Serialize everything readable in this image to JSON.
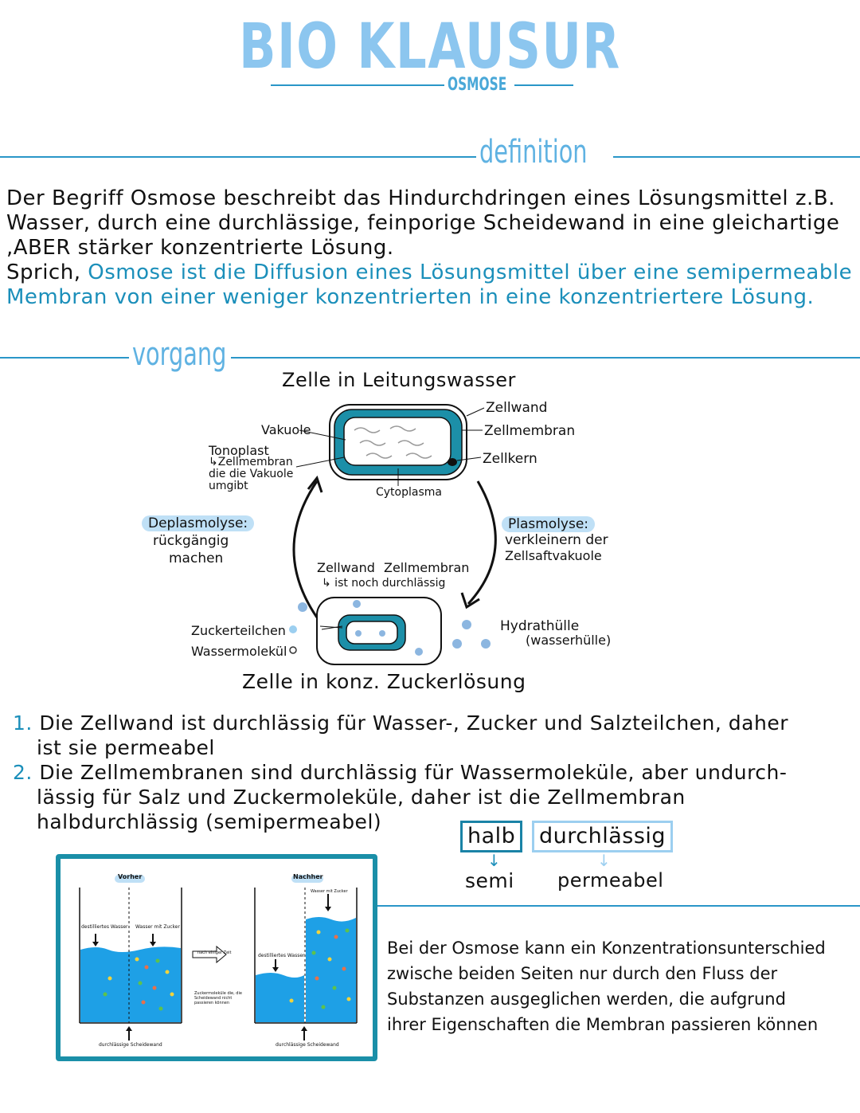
{
  "title": "BIO KLAUSUR",
  "subtitle": "OSMOSE",
  "sections": {
    "definition": "definition",
    "vorgang": "vorgang"
  },
  "definition": {
    "line1": "Der Begriff Osmose beschreibt das Hindurchdringen eines Lösungsmittel z.B.",
    "line2": "Wasser, durch eine durchlässige, feinporige Scheidewand in eine gleichartige",
    "line3": ",ABER stärker konzentrierte Lösung.",
    "line4_prefix": "Sprich, ",
    "line4_blue": "Osmose ist die Diffusion eines Lösungsmittel über eine semipermeable",
    "line5_blue": "Membran von einer weniger konzentrierten in eine konzentriertere Lösung."
  },
  "diagram": {
    "top_title": "Zelle in Leitungswasser",
    "bottom_title": "Zelle in konz. Zuckerlösung",
    "zellwand": "Zellwand",
    "zellmembran": "Zellmembran",
    "zellkern": "Zellkern",
    "vakuole": "Vakuole",
    "tonoplast_1": "Tonoplast",
    "tonoplast_2": "↳Zellmembran",
    "tonoplast_3": "die die Vakuole",
    "tonoplast_4": "umgibt",
    "cytoplasma": "Cytoplasma",
    "deplasmolyse": "Deplasmolyse:",
    "deplasmolyse_1": "rückgängig",
    "deplasmolyse_2": "machen",
    "plasmolyse": "Plasmolyse:",
    "plasmolyse_1": "verkleinern der",
    "plasmolyse_2": "Zellsaftvakuole",
    "bottom_zellwand": "Zellwand",
    "bottom_zellmembran": "Zellmembran",
    "bottom_note": "↳ ist noch durchlässig",
    "zuckerteilchen": "Zuckerteilchen",
    "wassermolekuel": "Wassermolekül",
    "hydrathuelle": "Hydrathülle",
    "wasserhuelle": "(wasserhülle)"
  },
  "points": [
    {
      "num": "1.",
      "line1": "Die Zellwand ist durchlässig für Wasser-, Zucker und Salzteilchen, daher",
      "line2": "ist sie permeabel"
    },
    {
      "num": "2.",
      "line1": "Die Zellmembranen sind durchlässig für Wassermoleküle, aber undurch-",
      "line2": "lässig für Salz und Zuckermoleküle, daher ist die Zellmembran",
      "line3": "halbdurchlässig (semipermeabel)"
    }
  ],
  "translation": {
    "halb": "halb",
    "durchlaessig": "durchlässig",
    "semi": "semi",
    "permeabel": "permeabel"
  },
  "figure": {
    "vorher": "Vorher",
    "nachher": "Nachher",
    "destilliertes_left": "destilliertes Wasser",
    "wasser_zucker_left": "Wasser mit Zucker",
    "nach_zeit": "nach einiger Zeit",
    "zucker_note_1": "Zuckermoleküle die, die",
    "zucker_note_2": "Scheidewand nicht",
    "zucker_note_3": "passieren können",
    "scheidewand_left": "durchlässige Scheidewand",
    "wasser_zucker_right": "Wasser mit Zucker",
    "destilliertes_right": "destilliertes Wasser",
    "scheidewand_right": "durchlässige Scheidewand",
    "water_color": "#1ea0e6"
  },
  "conclusion": {
    "line1": "Bei der Osmose kann ein Konzentrationsunterschied",
    "line2": "zwische beiden Seiten nur durch den Fluss der",
    "line3": "Substanzen ausgeglichen werden, die aufgrund",
    "line4": "ihrer Eigenschaften die Membran passieren können"
  }
}
